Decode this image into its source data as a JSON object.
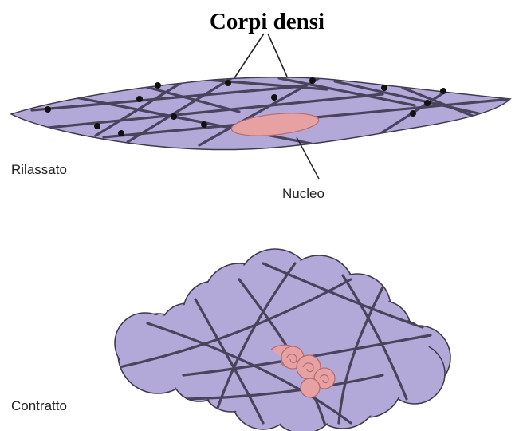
{
  "labels": {
    "title": "Corpi densi",
    "relaxed": "Rilassato",
    "nucleus": "Nucleo",
    "contracted": "Contratto"
  },
  "colors": {
    "cell_fill": "#b3a9d9",
    "cell_stroke": "#3f3a4f",
    "filament": "#4a435c",
    "dense_body": "#111111",
    "nucleus_fill": "#e8a1a2",
    "nucleus_stroke": "#b46c73",
    "leader_line": "#222222"
  }
}
